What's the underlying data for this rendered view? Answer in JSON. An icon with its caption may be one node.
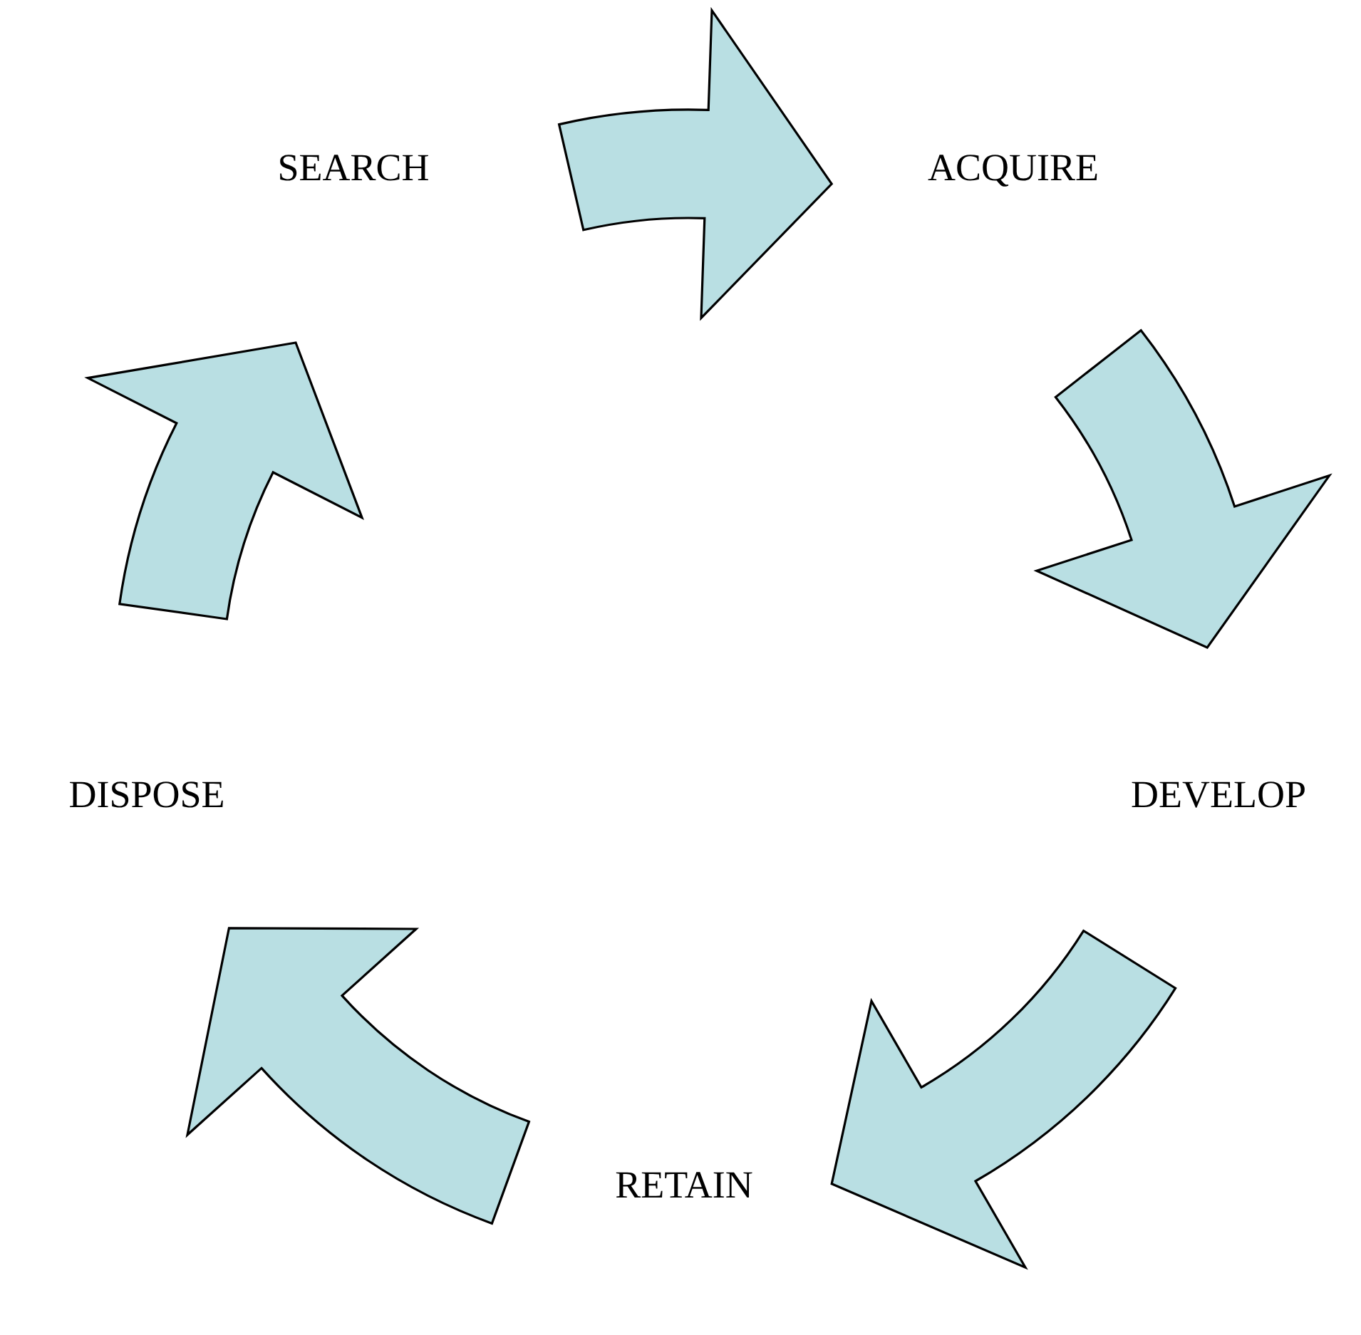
{
  "diagram": {
    "nodes": [
      {
        "text": [
          "SEARCH"
        ]
      },
      {
        "text": [
          "ACQUIRE"
        ]
      },
      {
        "text": [
          "DEVELOP"
        ]
      },
      {
        "text": [
          "RETAIN"
        ]
      },
      {
        "text": [
          "DISPOSE"
        ]
      }
    ],
    "edges": [
      {
        "from": 0,
        "to": 1,
        "arrow": "to"
      },
      {
        "from": 1,
        "to": 2,
        "arrow": "to"
      },
      {
        "from": 2,
        "to": 3,
        "arrow": "to"
      },
      {
        "from": 3,
        "to": 4,
        "arrow": "to"
      },
      {
        "from": 4,
        "to": 0,
        "arrow": "to"
      }
    ]
  }
}
